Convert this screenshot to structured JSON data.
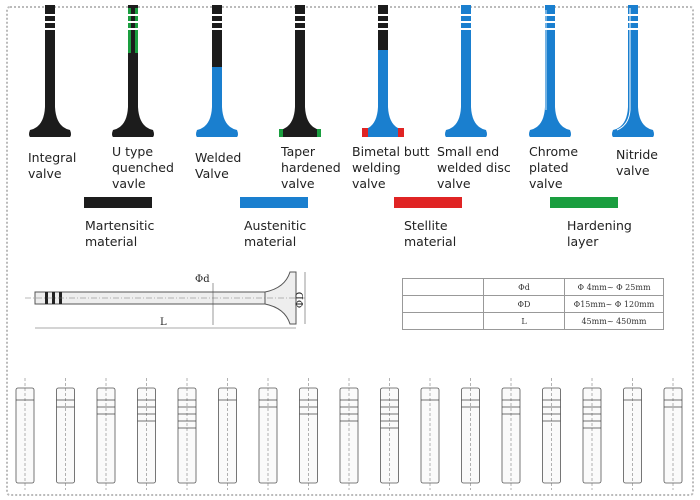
{
  "colors": {
    "martensitic": "#1c1c1c",
    "austenitic": "#1a7fcf",
    "stellite": "#e02424",
    "hardening": "#1a9e3f"
  },
  "valves": [
    {
      "label": "Integral valve"
    },
    {
      "label": "U type quenched vavle"
    },
    {
      "label": "Welded Valve"
    },
    {
      "label": "Taper hardened valve"
    },
    {
      "label": "Bimetal butt welding valve"
    },
    {
      "label": "Small end welded disc valve"
    },
    {
      "label": "Chrome plated valve"
    },
    {
      "label": "Nitride valve"
    }
  ],
  "legend": [
    {
      "label": "Martensitic material"
    },
    {
      "label": "Austenitic material"
    },
    {
      "label": "Stellite material"
    },
    {
      "label": "Hardening layer"
    }
  ],
  "drawing": {
    "d_label": "Φd",
    "D_label": "ΦD",
    "L_label": "L"
  },
  "spec_table": [
    {
      "param": "Φd",
      "range": "Φ 4mm~ Φ 25mm"
    },
    {
      "param": "ΦD",
      "range": "Φ15mm~ Φ 120mm"
    },
    {
      "param": "L",
      "range": "45mm~ 450mm"
    }
  ],
  "tip_styles_count": 17
}
